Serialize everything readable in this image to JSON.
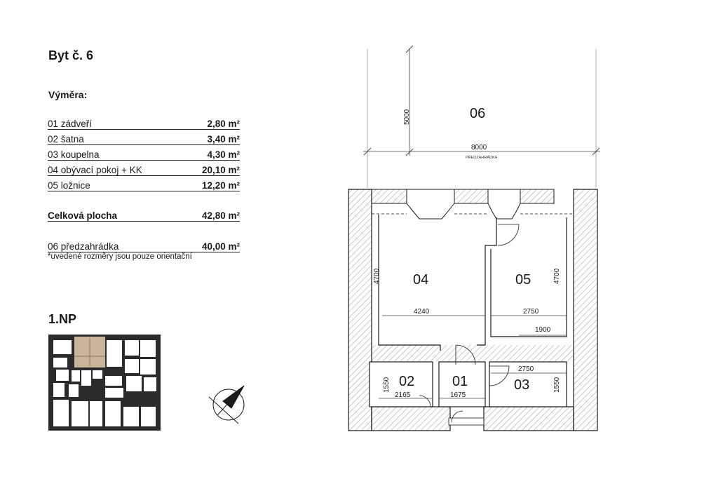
{
  "title": "Byt č. 6",
  "subtitle": "Výměra:",
  "rooms": [
    {
      "name": "01 zádveří",
      "area": "2,80 m²"
    },
    {
      "name": "02 šatna",
      "area": "3,40 m²"
    },
    {
      "name": "03 koupelna",
      "area": "4,30 m²"
    },
    {
      "name": "04 obývací pokoj + KK",
      "area": "20,10 m²"
    },
    {
      "name": "05 ložnice",
      "area": "12,20 m²"
    }
  ],
  "total": {
    "name": "Celková plocha",
    "area": "42,80 m²"
  },
  "garden": {
    "name": "06 předzahrádka",
    "area": "40,00 m²"
  },
  "note": "*uvedené rozměry jsou pouze orientační",
  "floor": "1.NP",
  "plan": {
    "room_labels": {
      "r01": "01",
      "r02": "02",
      "r03": "03",
      "r04": "04",
      "r05": "05",
      "r06": "06"
    },
    "dims": {
      "garden_height": "5000",
      "garden_width": "8000",
      "garden_caption": "PŘEDZAHRÁDKA",
      "r04_height": "4700",
      "r04_width": "4240",
      "r05_width": "2750",
      "r05_height": "4700",
      "r05_sub": "1900",
      "r02_height": "1550",
      "r02_width": "2165",
      "r01_width": "1675",
      "r03_width": "2750",
      "r03_height": "1550"
    }
  },
  "colors": {
    "highlight": "#c9b59a",
    "building": "#2b2b2b"
  }
}
